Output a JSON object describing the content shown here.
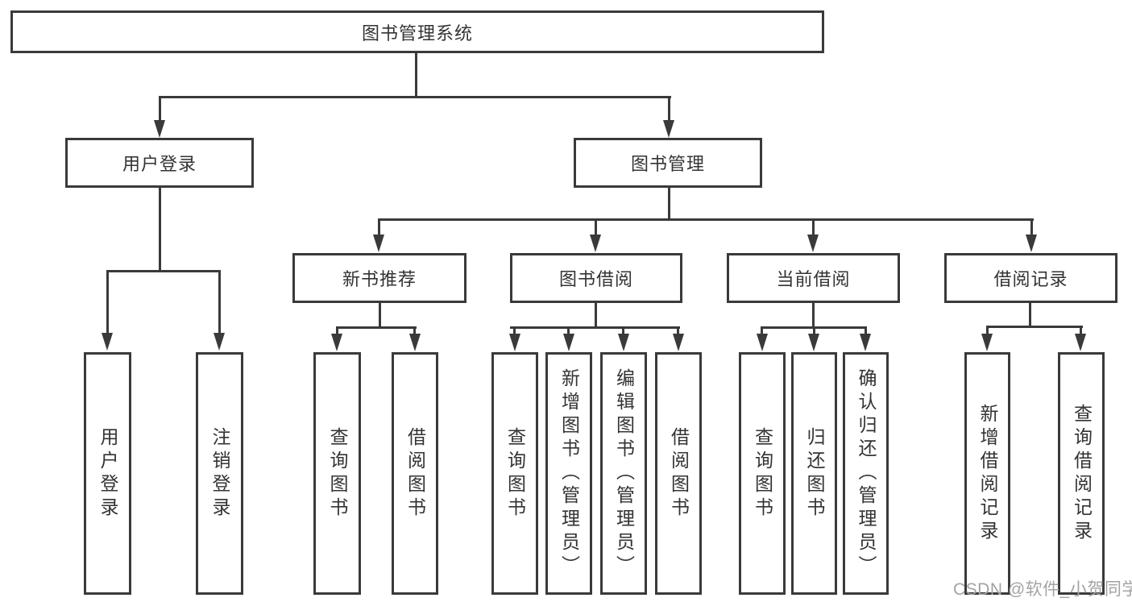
{
  "diagram": {
    "type": "org-chart",
    "title": "图书管理系统",
    "nodes": {
      "root": "图书管理系统",
      "level2": [
        "用户登录",
        "图书管理"
      ],
      "level3": [
        "新书推荐",
        "图书借阅",
        "当前借阅",
        "借阅记录"
      ],
      "leaves": [
        "用户登录",
        "注销登录",
        "查询图书",
        "借阅图书",
        "查询图书",
        "新增图书（管理员）",
        "编辑图书（管理员）",
        "借阅图书",
        "查询图书",
        "归还图书",
        "确认归还（管理员）",
        "新增借阅记录",
        "查询借阅记录"
      ]
    },
    "edges": [
      "图书管理系统→用户登录",
      "图书管理系统→图书管理",
      "用户登录→用户登录",
      "用户登录→注销登录",
      "图书管理→新书推荐",
      "图书管理→图书借阅",
      "图书管理→当前借阅",
      "图书管理→借阅记录",
      "新书推荐→查询图书",
      "新书推荐→借阅图书",
      "图书借阅→查询图书",
      "图书借阅→新增图书（管理员）",
      "图书借阅→编辑图书（管理员）",
      "图书借阅→借阅图书",
      "当前借阅→查询图书",
      "当前借阅→归还图书",
      "当前借阅→确认归还（管理员）",
      "借阅记录→新增借阅记录",
      "借阅记录→查询借阅记录"
    ],
    "colors": {
      "line": "#3a3a3a",
      "text": "#333333",
      "background": "#ffffff",
      "watermark": "#a3a3a3"
    }
  },
  "watermark": {
    "text": "CSDN @软件_小贺同学"
  }
}
